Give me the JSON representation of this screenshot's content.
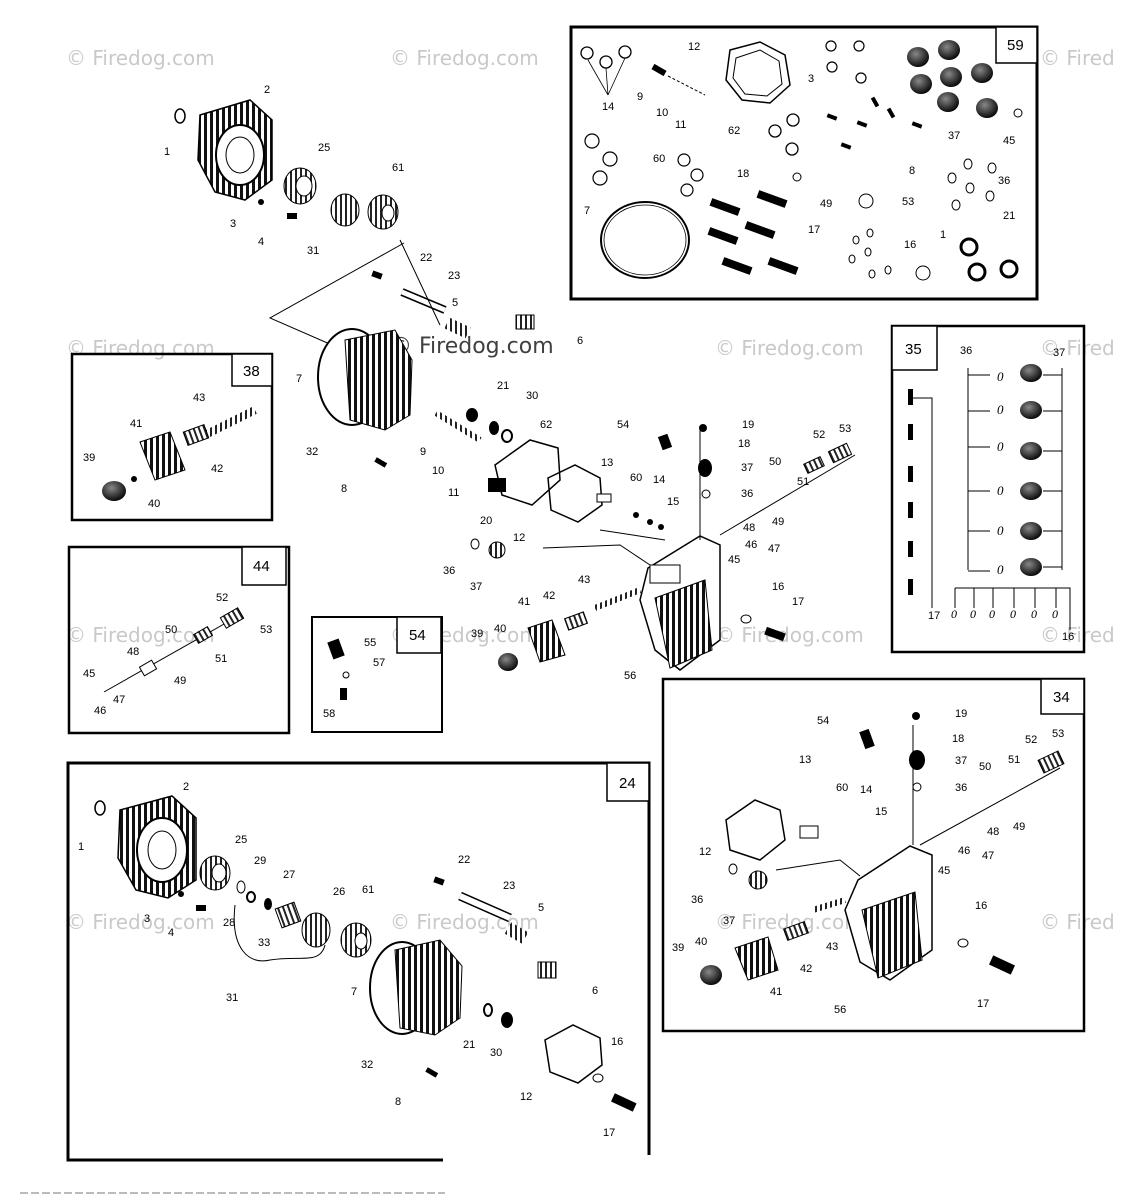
{
  "watermark": {
    "text": "© Firedog.com",
    "partial_text": "© Fired"
  },
  "boxes": {
    "b59": "59",
    "b38": "38",
    "b35": "35",
    "b44": "44",
    "b54": "54",
    "b34": "34",
    "b24": "24"
  },
  "callouts": {
    "main": {
      "c1": "1",
      "c2": "2",
      "c25": "25",
      "c61": "61",
      "c3": "3",
      "c4": "4",
      "c31": "31",
      "c22": "22",
      "c23": "23",
      "c5": "5",
      "c6": "6",
      "c7": "7",
      "c32": "32",
      "c8": "8",
      "c9": "9",
      "c10": "10",
      "c11": "11",
      "c21": "21",
      "c30": "30",
      "c62": "62",
      "c20": "20",
      "c12": "12",
      "c13": "13",
      "c36": "36",
      "c37": "37",
      "c54": "54",
      "c19": "19",
      "c18": "18",
      "c37b": "37",
      "c36b": "36",
      "c60": "60",
      "c14": "14",
      "c15": "15",
      "c50": "50",
      "c51": "51",
      "c52": "52",
      "c53": "53",
      "c48": "48",
      "c49": "49",
      "c45": "45",
      "c46": "46",
      "c47": "47",
      "c43": "43",
      "c42": "42",
      "c41": "41",
      "c39": "39",
      "c40": "40",
      "c56": "56",
      "c16": "16",
      "c17": "17"
    },
    "box59": {
      "c14": "14",
      "c12": "12",
      "c3": "3",
      "c9": "9",
      "c10": "10",
      "c11": "11",
      "c37": "37",
      "c45": "45",
      "c62": "62",
      "c8": "8",
      "c60": "60",
      "c18": "18",
      "c49": "49",
      "c36": "36",
      "c53": "53",
      "c7": "7",
      "c17": "17",
      "c16": "16",
      "c1": "1",
      "c21": "21"
    },
    "box38": {
      "c43": "43",
      "c41": "41",
      "c42": "42",
      "c39": "39",
      "c40": "40"
    },
    "box35": {
      "c36": "36",
      "c37": "37",
      "c17": "17",
      "c16": "16"
    },
    "box44": {
      "c52": "52",
      "c53": "53",
      "c50": "50",
      "c51": "51",
      "c48": "48",
      "c49": "49",
      "c45": "45",
      "c47": "47",
      "c46": "46"
    },
    "box54": {
      "c55": "55",
      "c57": "57",
      "c58": "58"
    },
    "box34": {
      "c54": "54",
      "c19": "19",
      "c18": "18",
      "c37": "37",
      "c36": "36",
      "c52": "52",
      "c53": "53",
      "c13": "13",
      "c60": "60",
      "c14": "14",
      "c50": "50",
      "c51": "51",
      "c15": "15",
      "c48": "48",
      "c49": "49",
      "c12": "12",
      "c46": "46",
      "c47": "47",
      "c45": "45",
      "c36b": "36",
      "c37b": "37",
      "c16": "16",
      "c43": "43",
      "c39": "39",
      "c40": "40",
      "c42": "42",
      "c41": "41",
      "c56": "56",
      "c17": "17"
    },
    "box24": {
      "c2": "2",
      "c1": "1",
      "c25": "25",
      "c29": "29",
      "c27": "27",
      "c22": "22",
      "c23": "23",
      "c3": "3",
      "c28": "28",
      "c26": "26",
      "c61": "61",
      "c5": "5",
      "c4": "4",
      "c33": "33",
      "c31": "31",
      "c7": "7",
      "c6": "6",
      "c16": "16",
      "c32": "32",
      "c21": "21",
      "c30": "30",
      "c12": "12",
      "c8": "8",
      "c17": "17"
    }
  }
}
